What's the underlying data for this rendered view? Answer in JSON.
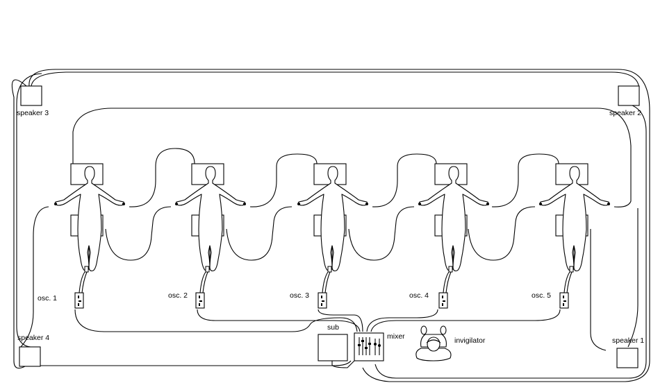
{
  "labels": {
    "speaker_1": "speaker 1",
    "speaker_2": "speaker 2",
    "speaker_3": "speaker 3",
    "speaker_4": "speaker 4",
    "sub": "sub",
    "mixer": "mixer",
    "invigilator": "invigilator"
  },
  "performers": [
    {
      "osc_label": "osc. 1"
    },
    {
      "osc_label": "osc. 2"
    },
    {
      "osc_label": "osc. 3"
    },
    {
      "osc_label": "osc. 4"
    },
    {
      "osc_label": "osc. 5"
    }
  ]
}
